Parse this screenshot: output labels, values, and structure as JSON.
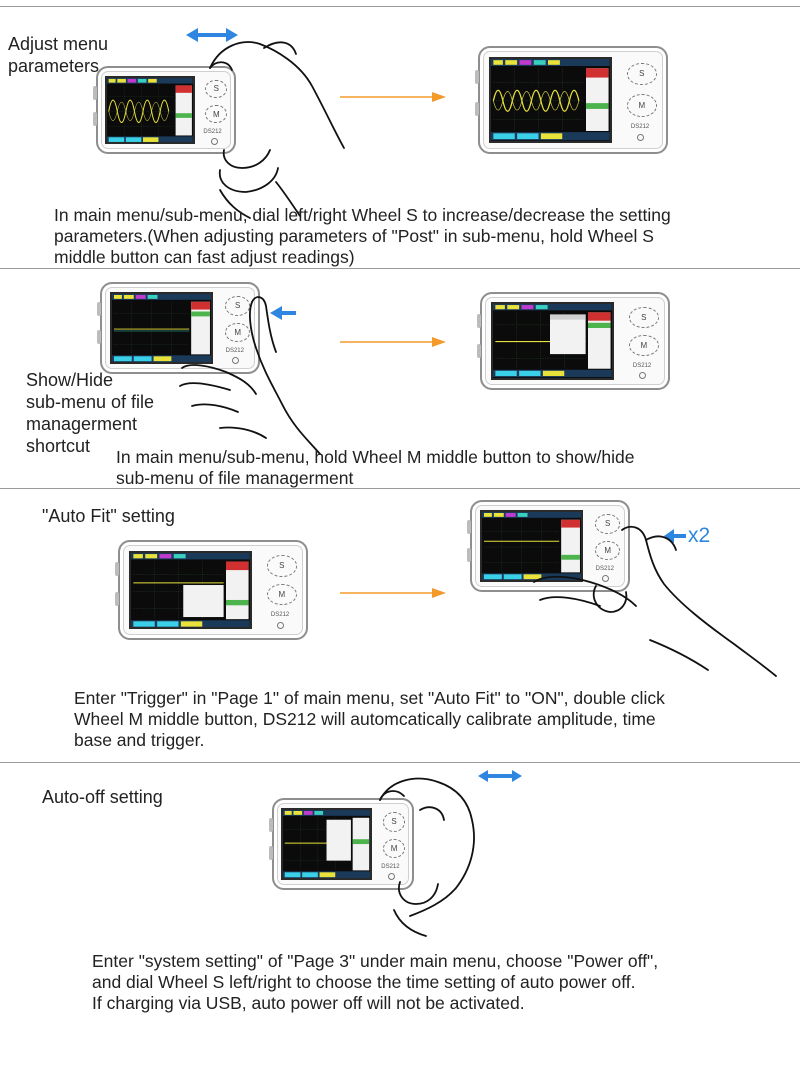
{
  "sections": [
    {
      "label_lines": [
        "Adjust menu",
        "parameters"
      ],
      "desc_lines": [
        "In main menu/sub-menu, dial left/right Wheel S to increase/decrease the setting",
        "parameters.(When adjusting parameters of \"Post\" in sub-menu, hold Wheel S",
        "middle button can fast adjust readings)"
      ]
    },
    {
      "label_lines": [
        "Show/Hide",
        "sub-menu of file",
        "managerment",
        "shortcut"
      ],
      "desc_lines": [
        "In main menu/sub-menu, hold Wheel M middle button to show/hide",
        "sub-menu of file managerment"
      ]
    },
    {
      "label_lines": [
        "\"Auto Fit\" setting"
      ],
      "desc_lines": [
        "Enter \"Trigger\" in \"Page 1\" of main menu, set \"Auto Fit\" to \"ON\", double click",
        "Wheel M middle button, DS212 will automcatically calibrate amplitude, time",
        "base and trigger."
      ],
      "x2_text": "x2"
    },
    {
      "label_lines": [
        "Auto-off setting"
      ],
      "desc_lines": [
        "Enter \"system setting\" of \"Page 3\" under main menu, choose \"Power off\",",
        "and dial Wheel S left/right to choose the time setting of auto power off.",
        "If charging via USB, auto power off will not be activated."
      ]
    }
  ],
  "device": {
    "model_text": "DS212",
    "wheel_s_label": "S",
    "wheel_m_label": "M"
  },
  "colors": {
    "accent_arrow": "#f39a2b",
    "gesture_arrow": "#2e86e0",
    "waveform": "#e8e23a",
    "menu_panel": "#f2f2f2",
    "menu_highlight": "#4db34d"
  }
}
